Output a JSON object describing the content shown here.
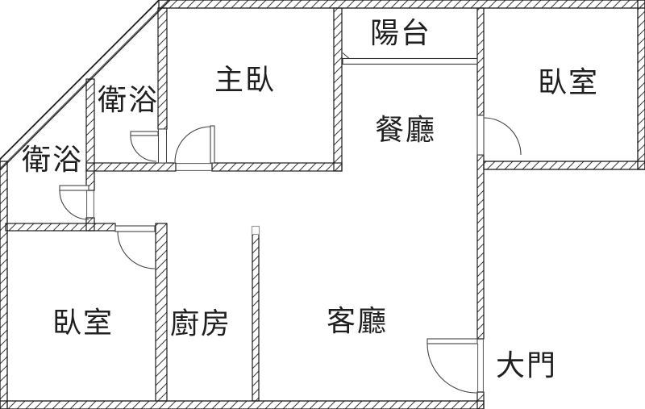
{
  "document": {
    "type": "apartment-floor-plan",
    "background_color": "#ffffff",
    "wall_line_color": "#1a1a1a",
    "hatch_color": "#3a3a3a",
    "door_arc_color": "#444444",
    "partition_cap_color": "#999999",
    "text_color": "#1f1f1f"
  },
  "rooms": [
    {
      "id": "bathroom-upper",
      "label": "衛浴"
    },
    {
      "id": "bathroom-lower",
      "label": "衛浴"
    },
    {
      "id": "master-bedroom",
      "label": "主臥"
    },
    {
      "id": "balcony",
      "label": "陽台"
    },
    {
      "id": "bedroom-right",
      "label": "臥室"
    },
    {
      "id": "dining-room",
      "label": "餐廳"
    },
    {
      "id": "bedroom-left",
      "label": "臥室"
    },
    {
      "id": "kitchen",
      "label": "廚房"
    },
    {
      "id": "living-room",
      "label": "客廳"
    },
    {
      "id": "main-entrance",
      "label": "大門"
    }
  ]
}
